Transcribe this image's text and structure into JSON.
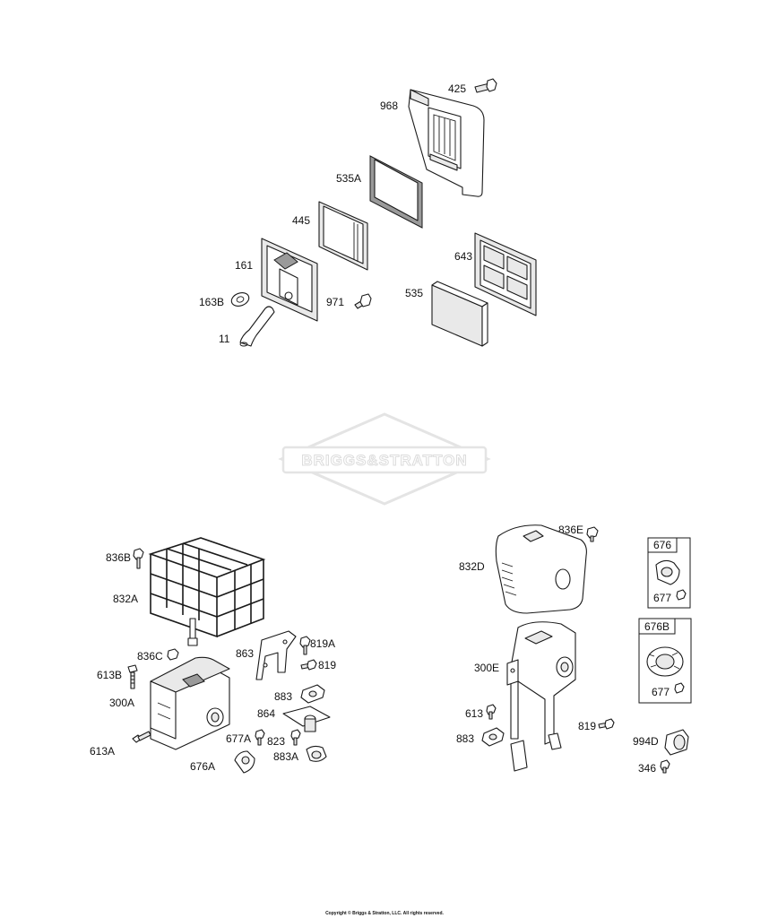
{
  "labels": {
    "p425": "425",
    "p968": "968",
    "p535A": "535A",
    "p445": "445",
    "p643": "643",
    "p161": "161",
    "p535": "535",
    "p163B": "163B",
    "p971": "971",
    "p11": "11",
    "p836B": "836B",
    "p832A": "832A",
    "p836C": "836C",
    "p863": "863",
    "p819A": "819A",
    "p819a": "819",
    "p613B": "613B",
    "p300A": "300A",
    "p883a": "883",
    "p864": "864",
    "p613A": "613A",
    "p677A": "677A",
    "p823": "823",
    "p883A": "883A",
    "p676A": "676A",
    "p836E": "836E",
    "p832D": "832D",
    "p676": "676",
    "p677a": "677",
    "p300E": "300E",
    "p676B": "676B",
    "p677b": "677",
    "p613": "613",
    "p819b": "819",
    "p883b": "883",
    "p994D": "994D",
    "p346": "346"
  },
  "watermark": {
    "text": "BRIGGS&STRATTON",
    "color": "#e4e4e4"
  },
  "footer": {
    "copyright": "Copyright © Briggs & Stratton, LLC. All rights reserved."
  }
}
